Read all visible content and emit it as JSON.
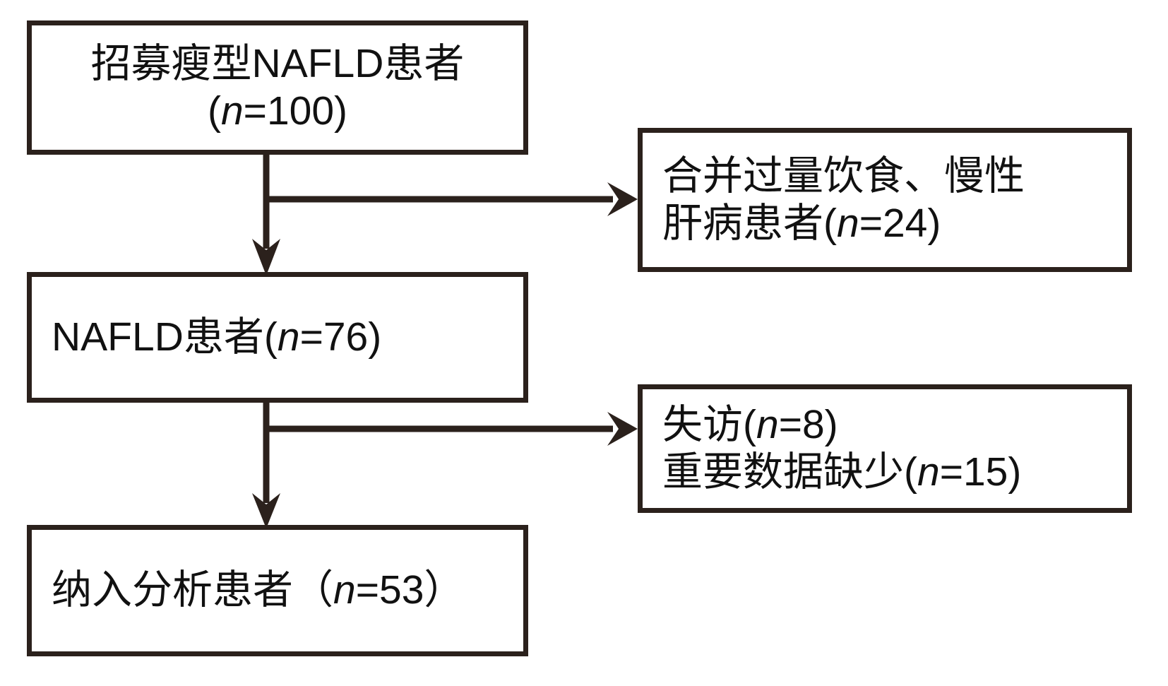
{
  "figure": {
    "type": "flowchart",
    "orientation": "top-to-bottom-with-right-exclusions",
    "background_color": "#ffffff",
    "line_color": "#2b211c",
    "text_color": "#111111"
  },
  "nodes": [
    {
      "id": "enroll",
      "name": "enrolled-patients-box",
      "text": "招募瘦型NAFLD患者\n(n=100)",
      "line1": "招募瘦型NAFLD患者",
      "line2": "(n=100)",
      "count": 100,
      "column": "left",
      "order": 1
    },
    {
      "id": "nafld",
      "name": "nafld-patients-box",
      "text": "NAFLD患者(n=76)",
      "count": 76,
      "column": "left",
      "order": 2
    },
    {
      "id": "analyzed",
      "name": "included-in-analysis-box",
      "text": "纳入分析患者（n=53）",
      "count": 53,
      "column": "left",
      "order": 3
    },
    {
      "id": "excluded",
      "name": "excluded-comorbidity-box",
      "text": "合并过量饮食、慢性\n肝病患者(n=24)",
      "line1": "合并过量饮食、慢性",
      "line2": "肝病患者(n=24)",
      "count": 24,
      "column": "right",
      "order": 1
    },
    {
      "id": "lost",
      "name": "lost-to-followup-box",
      "text": "失访(n=8)\n重要数据缺少(n=15)",
      "line1": "失访(n=8)",
      "line2": "重要数据缺少(n=15)",
      "counts": [
        8,
        15
      ],
      "column": "right",
      "order": 2
    }
  ],
  "edges": [
    {
      "id": "enroll-to-nafld",
      "name": "edge-enroll-to-nafld",
      "from": "enroll",
      "to": "nafld",
      "direction": "down",
      "arrowhead": "down"
    },
    {
      "id": "enroll-to-excluded",
      "name": "edge-enroll-to-excluded",
      "from": "enroll",
      "to": "excluded",
      "direction": "right",
      "arrowhead": "right"
    },
    {
      "id": "nafld-to-analyzed",
      "name": "edge-nafld-to-analyzed",
      "from": "nafld",
      "to": "analyzed",
      "direction": "down",
      "arrowhead": "down"
    },
    {
      "id": "nafld-to-lost",
      "name": "edge-nafld-to-lost",
      "from": "nafld",
      "to": "lost",
      "direction": "right",
      "arrowhead": "right"
    }
  ]
}
